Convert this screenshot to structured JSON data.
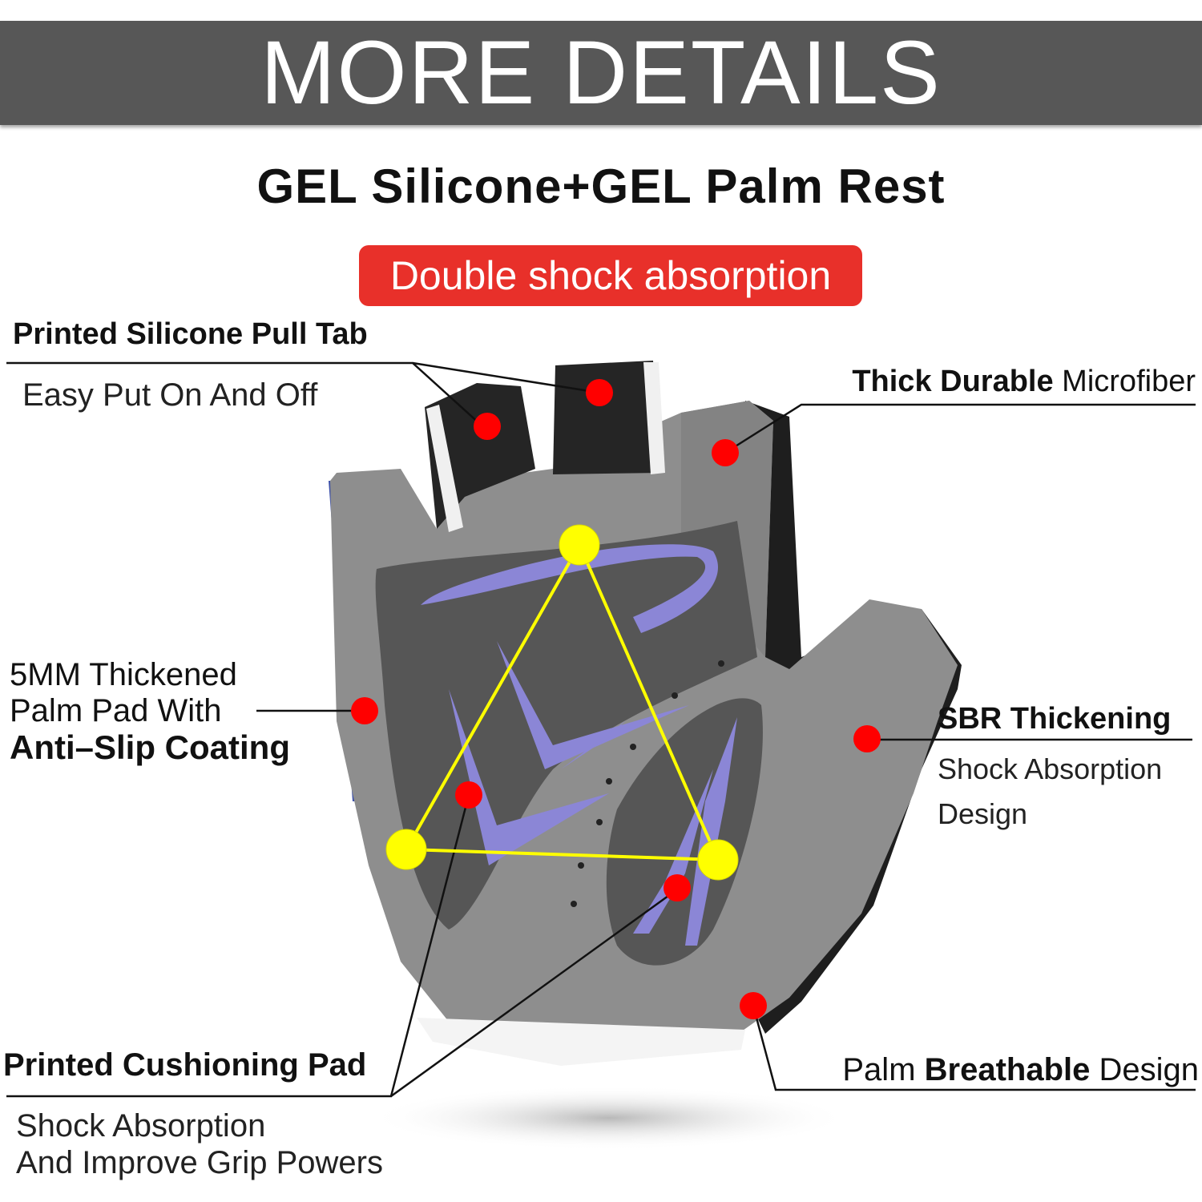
{
  "header": {
    "banner": "MORE DETAILS",
    "subtitle": "GEL Silicone+GEL Palm Rest",
    "badge": "Double shock absorption"
  },
  "callouts": {
    "pull_tab": {
      "title": "Printed Silicone Pull Tab",
      "desc": "Easy Put On And Off"
    },
    "microfiber": {
      "bold": "Thick Durable",
      "rest": " Microfiber"
    },
    "palm_pad": {
      "line1": "5MM Thickened",
      "line2": "Palm Pad With",
      "bold": "Anti–Slip Coating"
    },
    "sbr": {
      "title": "SBR Thickening",
      "line1": "Shock Absorption",
      "line2": "Design"
    },
    "cushion": {
      "title": "Printed Cushioning Pad",
      "line1": "Shock Absorption",
      "line2": "And Improve Grip Powers"
    },
    "breathable": {
      "pre": "Palm ",
      "bold": "Breathable",
      "post": " Design"
    }
  },
  "colors": {
    "banner": "#575757",
    "badge": "#e8302a",
    "marker_red": "#ff0000",
    "marker_yellow": "#ffff00",
    "glove_gray": "#8e8e8e",
    "accent_purple": "#8b86d6"
  }
}
